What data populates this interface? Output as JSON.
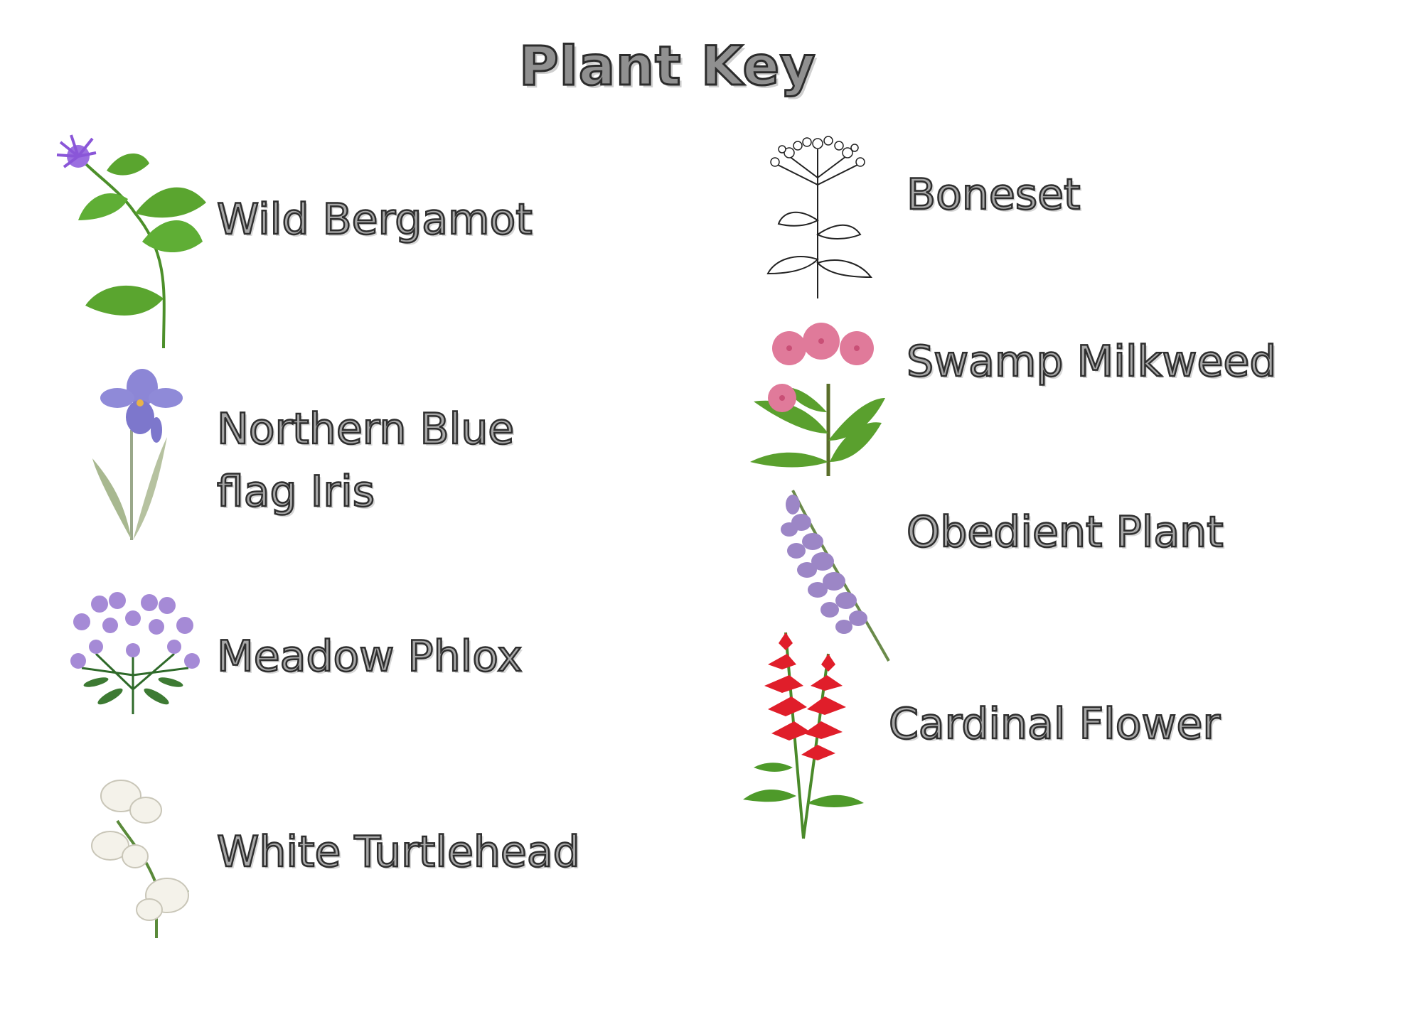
{
  "title": "Plant Key",
  "plants": [
    {
      "name": "Wild Bergamot",
      "icon": "wild-bergamot-icon"
    },
    {
      "name_line1": "Northern Blue",
      "name_line2": "flag Iris",
      "icon": "iris-icon"
    },
    {
      "name": "Meadow Phlox",
      "icon": "phlox-icon"
    },
    {
      "name": "White Turtlehead",
      "icon": "turtlehead-icon"
    },
    {
      "name": "Boneset",
      "icon": "boneset-icon"
    },
    {
      "name": "Swamp Milkweed",
      "icon": "milkweed-icon"
    },
    {
      "name": "Obedient Plant",
      "icon": "obedient-plant-icon"
    },
    {
      "name": "Cardinal Flower",
      "icon": "cardinal-flower-icon"
    }
  ],
  "colors": {
    "bergamot": "#9b6fe0",
    "iris": "#8c86d6",
    "phlox": "#a58ad6",
    "turtlehead": "#f4f2ea",
    "milkweed": "#e07a9a",
    "obedient": "#9c86c6",
    "cardinal": "#e01e2a",
    "leaf": "#4e9a2a"
  }
}
